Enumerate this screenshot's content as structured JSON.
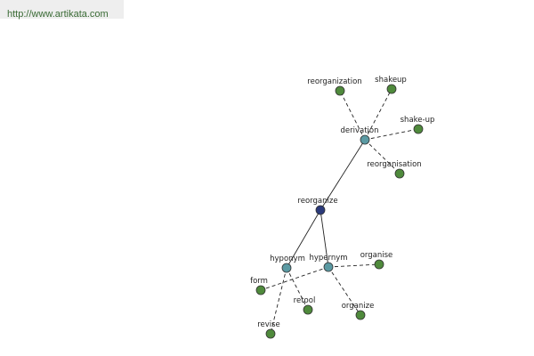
{
  "header": {
    "url": "http://www.artikata.com"
  },
  "colors": {
    "root": "#2b3a7a",
    "relation": "#5b9aa3",
    "word": "#4f8a3c",
    "node_stroke": "#333333",
    "edge": "#222222",
    "url_bar_bg": "#eeeeee",
    "url_text": "#3a6b35"
  },
  "graph": {
    "nodes": [
      {
        "id": "reorganize",
        "label": "reorganize",
        "kind": "root"
      },
      {
        "id": "derivation",
        "label": "derivation",
        "kind": "relation"
      },
      {
        "id": "hyponym",
        "label": "hyponym",
        "kind": "relation"
      },
      {
        "id": "hypernym",
        "label": "hypernym",
        "kind": "relation"
      },
      {
        "id": "reorganization",
        "label": "reorganization",
        "kind": "word"
      },
      {
        "id": "shakeup",
        "label": "shakeup",
        "kind": "word"
      },
      {
        "id": "shake-up",
        "label": "shake-up",
        "kind": "word"
      },
      {
        "id": "reorganisation",
        "label": "reorganisation",
        "kind": "word"
      },
      {
        "id": "organise",
        "label": "organise",
        "kind": "word"
      },
      {
        "id": "form",
        "label": "form",
        "kind": "word"
      },
      {
        "id": "retool",
        "label": "retool",
        "kind": "word"
      },
      {
        "id": "organize",
        "label": "organize",
        "kind": "word"
      },
      {
        "id": "revise",
        "label": "revise",
        "kind": "word"
      }
    ],
    "edges": [
      {
        "from": "reorganize",
        "to": "derivation",
        "style": "solid"
      },
      {
        "from": "reorganize",
        "to": "hyponym",
        "style": "solid"
      },
      {
        "from": "reorganize",
        "to": "hypernym",
        "style": "solid"
      },
      {
        "from": "derivation",
        "to": "reorganization",
        "style": "dashed"
      },
      {
        "from": "derivation",
        "to": "shakeup",
        "style": "dashed"
      },
      {
        "from": "derivation",
        "to": "shake-up",
        "style": "dashed"
      },
      {
        "from": "derivation",
        "to": "reorganisation",
        "style": "dashed"
      },
      {
        "from": "hypernym",
        "to": "organise",
        "style": "dashed"
      },
      {
        "from": "hypernym",
        "to": "form",
        "style": "dashed"
      },
      {
        "from": "hypernym",
        "to": "organize",
        "style": "dashed"
      },
      {
        "from": "hyponym",
        "to": "retool",
        "style": "dashed"
      },
      {
        "from": "hyponym",
        "to": "revise",
        "style": "dashed"
      }
    ]
  }
}
